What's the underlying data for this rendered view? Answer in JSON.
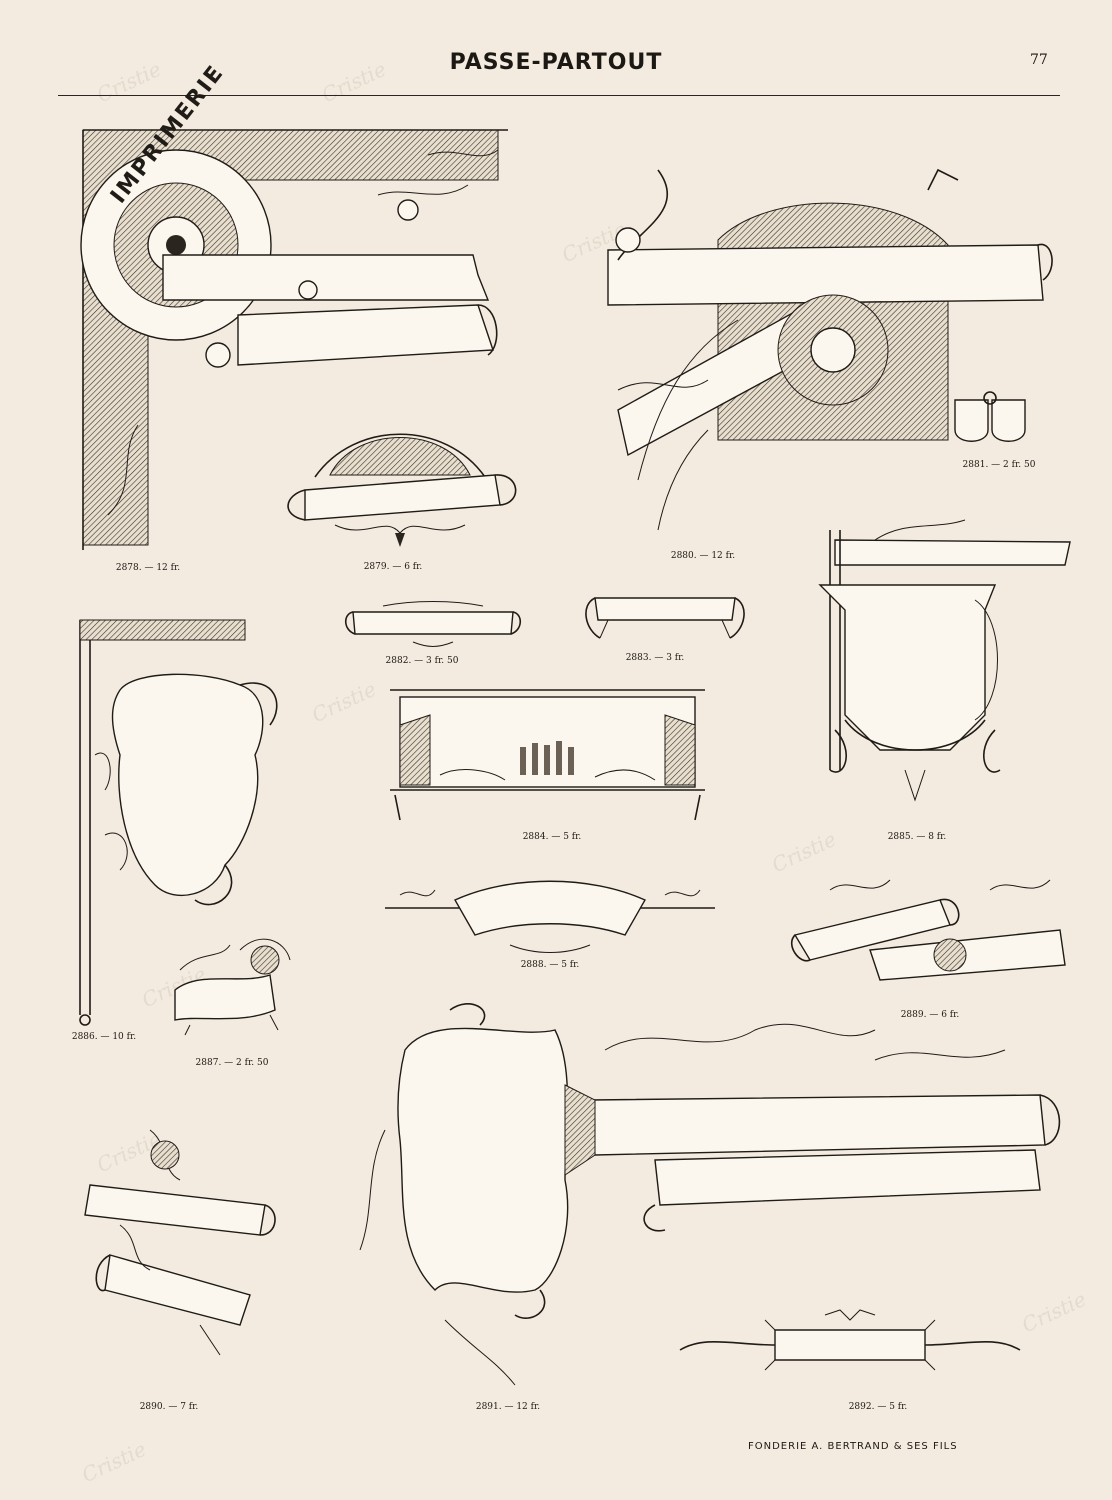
{
  "header": {
    "title": "PASSE-PARTOUT",
    "page_number": "77"
  },
  "items": [
    {
      "id": "2878",
      "caption": "2878. — 12 fr.",
      "label_text": "IMPRIMERIE"
    },
    {
      "id": "2879",
      "caption": "2879. — 6 fr."
    },
    {
      "id": "2880",
      "caption": "2880. — 12 fr."
    },
    {
      "id": "2881",
      "caption": "2881. — 2 fr. 50"
    },
    {
      "id": "2882",
      "caption": "2882. — 3 fr. 50"
    },
    {
      "id": "2883",
      "caption": "2883. — 3 fr."
    },
    {
      "id": "2884",
      "caption": "2884. — 5 fr."
    },
    {
      "id": "2885",
      "caption": "2885. — 8 fr."
    },
    {
      "id": "2886",
      "caption": "2886. — 10 fr."
    },
    {
      "id": "2887",
      "caption": "2887. — 2 fr. 50"
    },
    {
      "id": "2888",
      "caption": "2888. — 5 fr."
    },
    {
      "id": "2889",
      "caption": "2889. — 6 fr."
    },
    {
      "id": "2890",
      "caption": "2890. — 7 fr."
    },
    {
      "id": "2891",
      "caption": "2891. — 12 fr."
    },
    {
      "id": "2892",
      "caption": "2892. — 5 fr."
    }
  ],
  "footer": {
    "imprint": "FONDERIE A. BERTRAND & SES FILS"
  },
  "watermark": {
    "text": "Cristie"
  },
  "colors": {
    "paper": "#f3ebdf",
    "ink": "#1f1b17"
  }
}
